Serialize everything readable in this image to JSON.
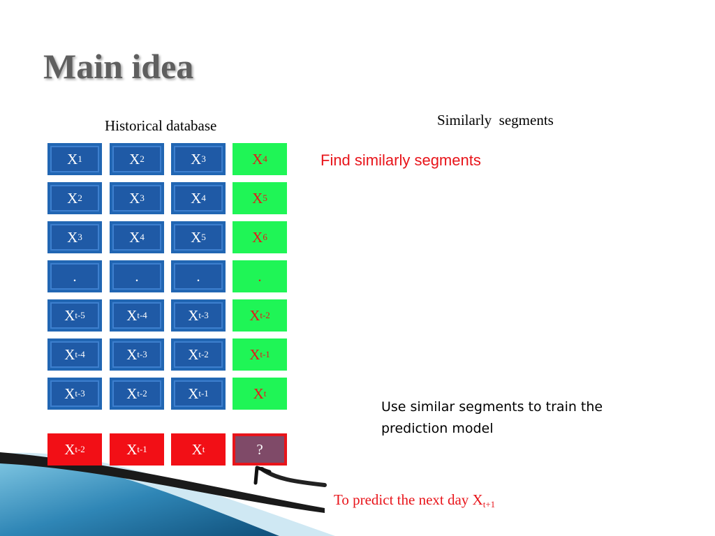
{
  "title": "Main idea",
  "historical_label": "Historical database",
  "similar_label": "Similarly  segments",
  "find_label": "Find similarly segments",
  "use_label": "Use similar segments to train the prediction model",
  "predict_label": {
    "text": "To predict the next day X",
    "sub": "t+1"
  },
  "rows": [
    [
      {
        "base": "X",
        "sub": "1"
      },
      {
        "base": "X",
        "sub": "2"
      },
      {
        "base": "X",
        "sub": "3"
      },
      {
        "base": "X",
        "sub": "4"
      }
    ],
    [
      {
        "base": "X",
        "sub": "2"
      },
      {
        "base": "X",
        "sub": "3"
      },
      {
        "base": "X",
        "sub": "4"
      },
      {
        "base": "X",
        "sub": "5"
      }
    ],
    [
      {
        "base": "X",
        "sub": "3"
      },
      {
        "base": "X",
        "sub": "4"
      },
      {
        "base": "X",
        "sub": "5"
      },
      {
        "base": "X",
        "sub": "6"
      }
    ],
    [
      {
        "base": ".",
        "sub": ""
      },
      {
        "base": ".",
        "sub": ""
      },
      {
        "base": ".",
        "sub": ""
      },
      {
        "base": ".",
        "sub": ""
      }
    ],
    [
      {
        "base": "X",
        "sub": "t-5"
      },
      {
        "base": "X",
        "sub": "t-4"
      },
      {
        "base": "X",
        "sub": "t-3"
      },
      {
        "base": "X",
        "sub": "t-2"
      }
    ],
    [
      {
        "base": "X",
        "sub": "t-4"
      },
      {
        "base": "X",
        "sub": "t-3"
      },
      {
        "base": "X",
        "sub": "t-2"
      },
      {
        "base": "X",
        "sub": "t-1"
      }
    ],
    [
      {
        "base": "X",
        "sub": "t-3"
      },
      {
        "base": "X",
        "sub": "t-2"
      },
      {
        "base": "X",
        "sub": "t-1"
      },
      {
        "base": "X",
        "sub": "t"
      }
    ]
  ],
  "query_row": [
    {
      "base": "X",
      "sub": "t-2"
    },
    {
      "base": "X",
      "sub": "t-1"
    },
    {
      "base": "X",
      "sub": "t"
    },
    {
      "base": "?",
      "sub": ""
    }
  ],
  "colors": {
    "blue_cell": "#2166b3",
    "green_cell": "#1ff556",
    "red_cell": "#f20f16",
    "question_inner": "#7f4a68",
    "accent_red": "#e8141a",
    "title_gray": "#5f5f5f"
  }
}
